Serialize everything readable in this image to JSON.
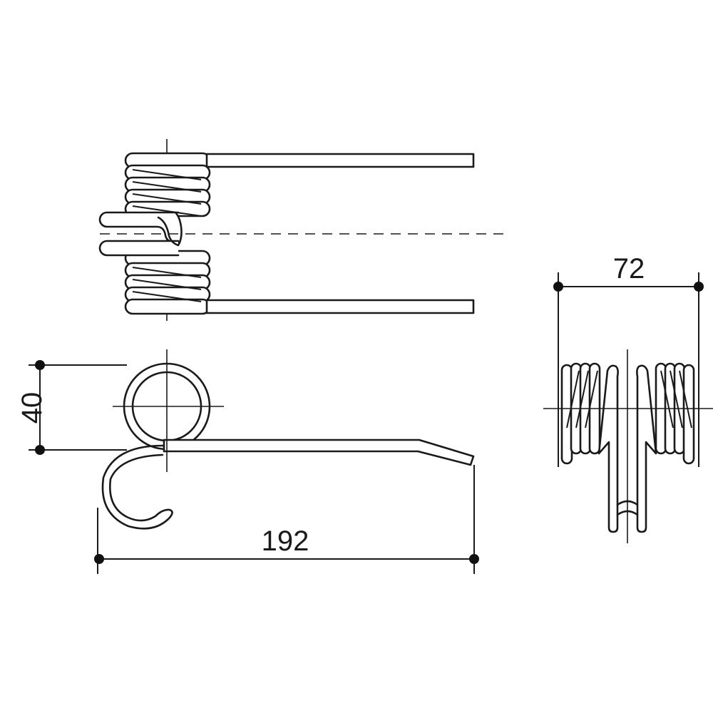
{
  "dimensions": {
    "length": "192",
    "height": "40",
    "width": "72"
  }
}
